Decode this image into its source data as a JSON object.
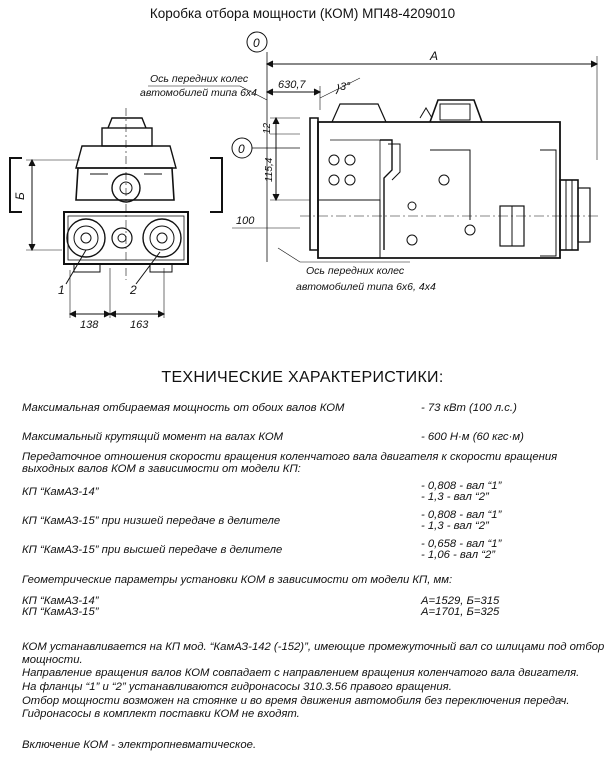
{
  "title": "Коробка отбора мощности (КОМ) МП48-4209010",
  "drawing": {
    "left_view": {
      "dim_b": "Б",
      "dim_138": "138",
      "dim_163": "163",
      "callout_1": "1",
      "callout_2": "2"
    },
    "right_view": {
      "dim_a": "А",
      "dim_630": "630,7",
      "dim_3deg": "3°",
      "dim_12": "12",
      "dim_115": "115,4",
      "dim_100": "100",
      "datum_top": "0",
      "datum_mid": "0",
      "axis_top_line1": "Ось передних колес",
      "axis_top_line2": "автомобилей типа 6х4",
      "axis_bottom_line1": "Ось передних колес",
      "axis_bottom_line2": "автомобилей типа 6х6, 4х4"
    }
  },
  "specs": {
    "heading": "ТЕХНИЧЕСКИЕ ХАРАКТЕРИСТИКИ:",
    "max_power_label": "Максимальная отбираемая мощность от обоих валов КОМ",
    "max_power_value": "- 73 кВт (100 л.с.)",
    "max_torque_label": "Максимальный крутящий момент на валах КОМ",
    "max_torque_value": "- 600 Н·м (60 кгс·м)",
    "ratio_intro_line1": "Передаточное отношения скорости вращения коленчатого вала двигателя к скорости вращения",
    "ratio_intro_line2": "выходных валов КОМ в зависимости от модели КП:",
    "kp14_label": "КП “КамАЗ-14”",
    "kp14_v1": "- 0,808 - вал “1”",
    "kp14_v2": "- 1,3 - вал “2”",
    "kp15_low_label": "КП “КамАЗ-15” при низшей передаче в делителе",
    "kp15_low_v1": "- 0,808 - вал “1”",
    "kp15_low_v2": "- 1,3 - вал “2”",
    "kp15_high_label": "КП “КамАЗ-15” при высшей передаче в делителе",
    "kp15_high_v1": "- 0,658 - вал “1”",
    "kp15_high_v2": "- 1,06 - вал “2”",
    "geom_intro": "Геометрические параметры установки КОМ в зависимости от модели КП, мм:",
    "geom_kp14_label": "КП “КамАЗ-14”",
    "geom_kp15_label": "КП “КамАЗ-15”",
    "geom_kp14_value": "А=1529, Б=315",
    "geom_kp15_value": "А=1701, Б=325"
  },
  "notes": {
    "line1": "КОМ устанавливается на КП мод. “КамАЗ-142 (-152)”, имеющие промежуточный вал со шлицами под отбор",
    "line2": "мощности.",
    "line3": "Направление вращения валов КОМ совпадает с направлением вращения коленчатого вала двигателя.",
    "line4": "На  фланцы  “1” и “2” устанавливаются гидронасосы  310.3.56 правого вращения.",
    "line5": "Отбор мощности возможен  на стоянке и во время движения автомобиля без переключения передач.",
    "line6": "Гидронасосы в комплект поставки КОМ не входят.",
    "line7": "Включение КОМ - электропневматическое."
  }
}
